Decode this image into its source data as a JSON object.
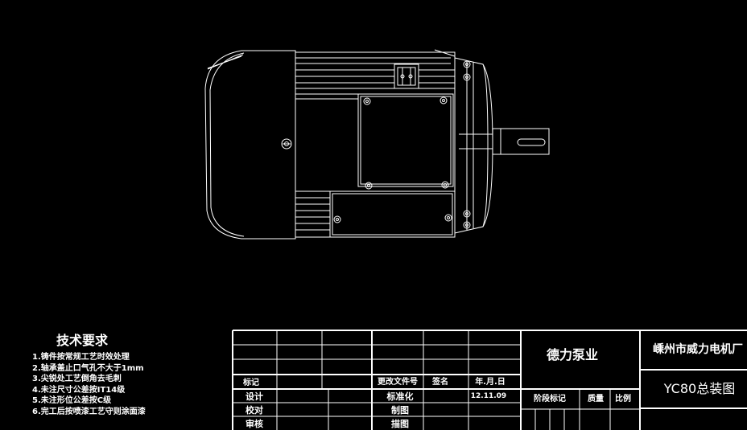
{
  "notes": {
    "title": "技术要求",
    "items": [
      "1.铸件按常规工艺时效处理",
      "2.轴承盖止口气孔不大于1mm",
      "3.尖锐处工艺倒角去毛刺",
      "4.未注尺寸公差按IT14级",
      "5.未注形位公差按C级",
      "6.完工后按喷漆工艺守则涂面漆"
    ]
  },
  "title_block": {
    "company_client": "德力泵业",
    "company_maker": "嵊州市威力电机厂",
    "drawing_title": "YC80总装图",
    "label_mark": "标记",
    "label_change_doc": "更改文件号",
    "label_sign": "签名",
    "label_date": "年.月.日",
    "label_design": "设计",
    "label_standardize": "标准化",
    "date_value": "12.11.09",
    "label_stage": "阶段标记",
    "label_weight": "质量",
    "label_scale": "比例",
    "label_check": "校对",
    "label_drawn": "制图",
    "label_review": "审核",
    "label_trace": "描图"
  }
}
